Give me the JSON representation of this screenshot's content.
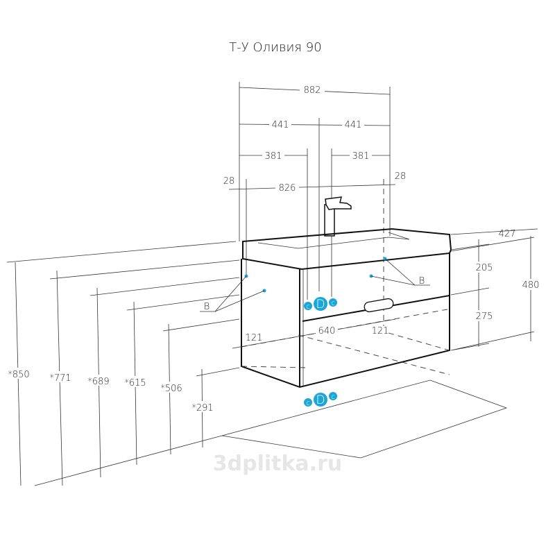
{
  "title": "Т-У Оливия 90",
  "watermark": "3dplitka.ru",
  "top_dims": {
    "overall": "882",
    "half_left": "441",
    "half_right": "441",
    "tap_left": "381",
    "tap_right": "381",
    "inner": "826",
    "edge_left": "28",
    "edge_right": "28"
  },
  "right_dims": {
    "depth": "427",
    "upper": "205",
    "lower": "275",
    "height": "480"
  },
  "front_dims": {
    "left": "121",
    "middle": "640",
    "right": "121"
  },
  "left_dims": [
    "*850",
    "*771",
    "*689",
    "*615",
    "*506",
    "*291"
  ],
  "labels": {
    "b_left": "B",
    "b_right": "B",
    "c": "c",
    "d": "D"
  },
  "colors": {
    "accent": "#1aa6d6"
  }
}
